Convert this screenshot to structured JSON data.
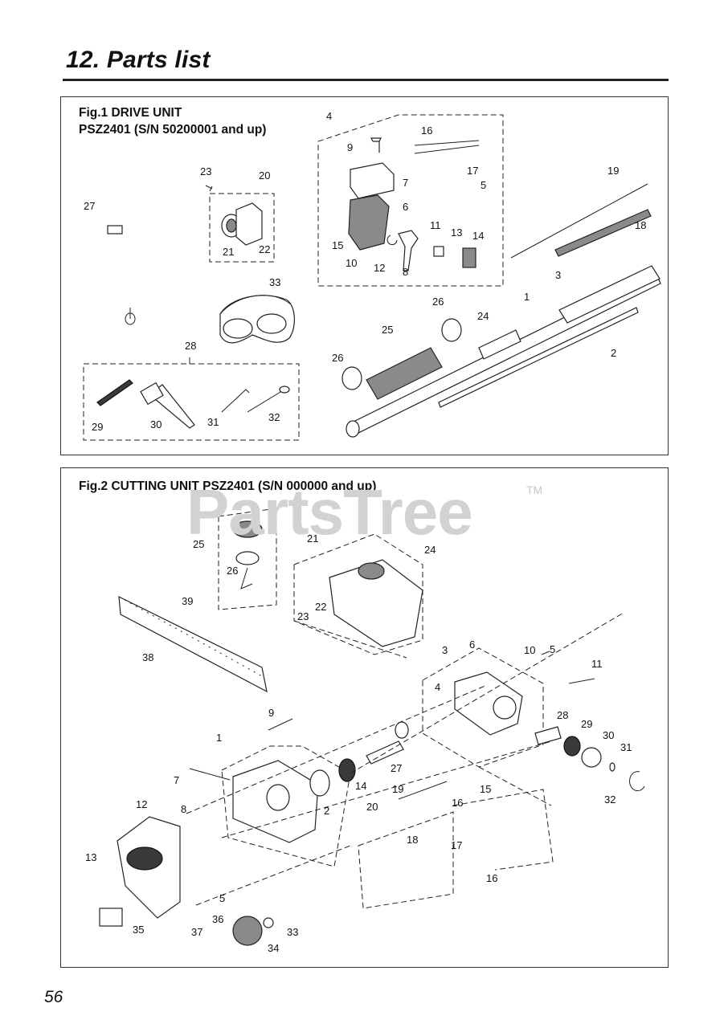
{
  "page": {
    "title": "12. Parts list",
    "number": "56"
  },
  "fig1": {
    "line1": "Fig.1 DRIVE UNIT",
    "line2": "PSZ2401 (S/N 50200001 and up)"
  },
  "fig2": {
    "heading": "Fig.2 CUTTING UNIT  PSZ2401 (S/N 000000 and up)"
  },
  "watermark": {
    "text": "PartsTree",
    "tm": "TM"
  },
  "fig1_callouts": [
    "1",
    "2",
    "3",
    "4",
    "5",
    "6",
    "7",
    "8",
    "9",
    "10",
    "11",
    "12",
    "13",
    "14",
    "15",
    "16",
    "17",
    "18",
    "19",
    "20",
    "21",
    "22",
    "23",
    "24",
    "25",
    "26",
    "26",
    "27",
    "28",
    "29",
    "30",
    "31",
    "32",
    "33"
  ],
  "fig2_callouts": [
    "1",
    "2",
    "3",
    "4",
    "5",
    "5",
    "6",
    "7",
    "8",
    "9",
    "10",
    "11",
    "12",
    "13",
    "14",
    "15",
    "16",
    "16",
    "17",
    "18",
    "19",
    "20",
    "21",
    "22",
    "23",
    "24",
    "25",
    "26",
    "27",
    "28",
    "29",
    "30",
    "31",
    "32",
    "33",
    "34",
    "35",
    "36",
    "37",
    "38",
    "39"
  ]
}
